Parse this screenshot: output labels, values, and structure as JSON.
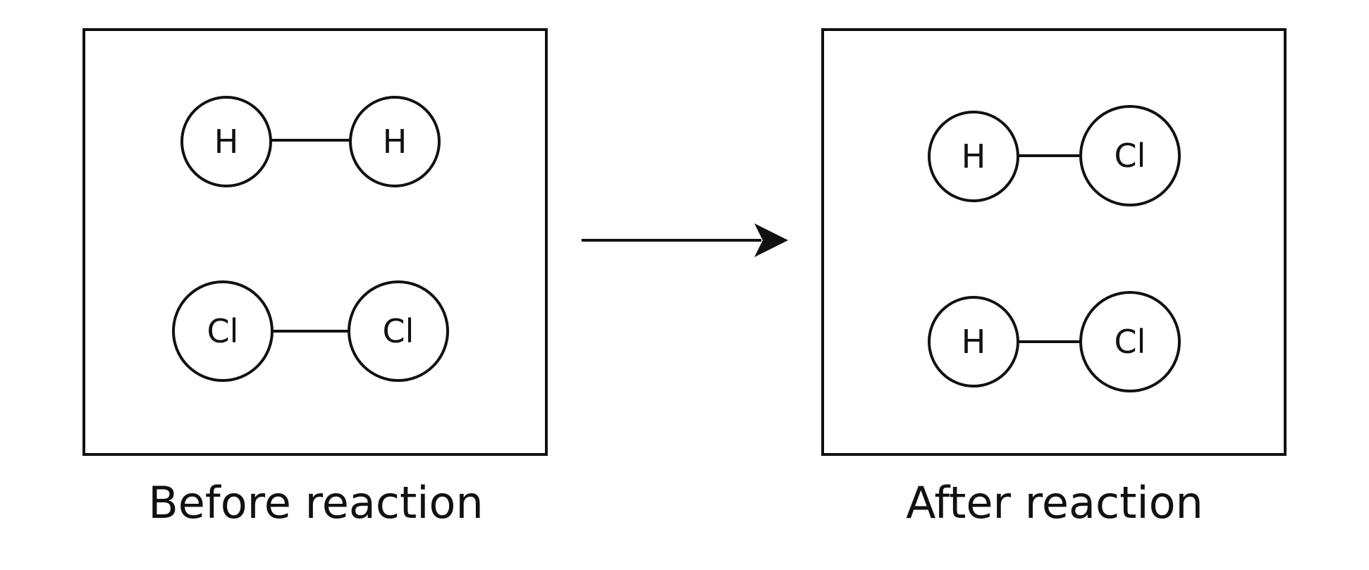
{
  "before": {
    "caption": "Before reaction",
    "molecules": [
      {
        "atoms": [
          "H",
          "H"
        ]
      },
      {
        "atoms": [
          "Cl",
          "Cl"
        ]
      }
    ]
  },
  "after": {
    "caption": "After reaction",
    "molecules": [
      {
        "atoms": [
          "H",
          "Cl"
        ]
      },
      {
        "atoms": [
          "H",
          "Cl"
        ]
      }
    ]
  },
  "colors": {
    "stroke": "#111111",
    "background": "#ffffff"
  }
}
